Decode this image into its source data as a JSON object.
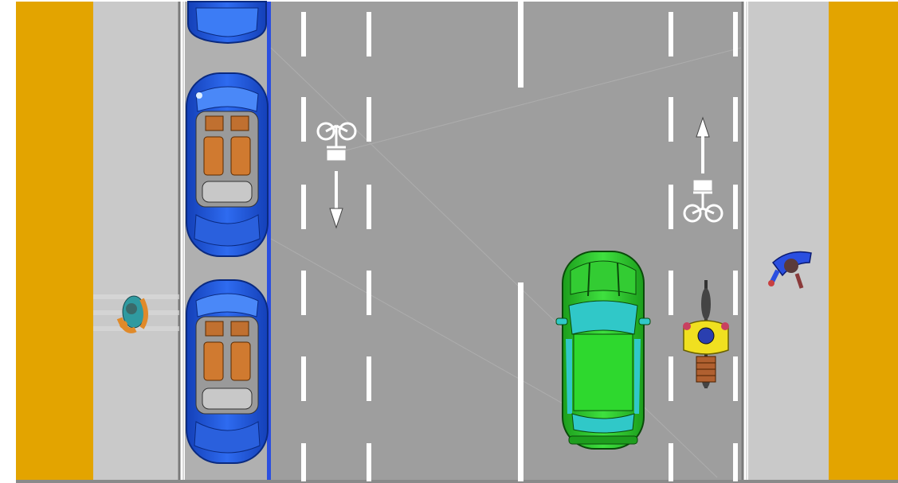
{
  "scene": {
    "description_text": "",
    "colors": {
      "verge": "#E3A400",
      "sidewalk": "#C8C8C8",
      "parking_lane": "#B2B2B2",
      "road": "#9E9E9E",
      "lane_marking": "#FFFFFF",
      "bike_lane_separator": "#2B4FE0",
      "parked_car": "#1F5BD8",
      "moving_car": "#2FC82F",
      "cyclist_jacket": "#F0E020"
    },
    "objects": {
      "parked_cars": 3,
      "moving_car": 1,
      "cyclist_on_bike": 1,
      "pedestrians": 2,
      "bike_lane_symbols": 2
    },
    "icons": [
      "bicycle-icon",
      "arrow-down-icon",
      "arrow-up-icon",
      "pedestrian-icon",
      "car-icon",
      "cyclist-icon"
    ]
  }
}
